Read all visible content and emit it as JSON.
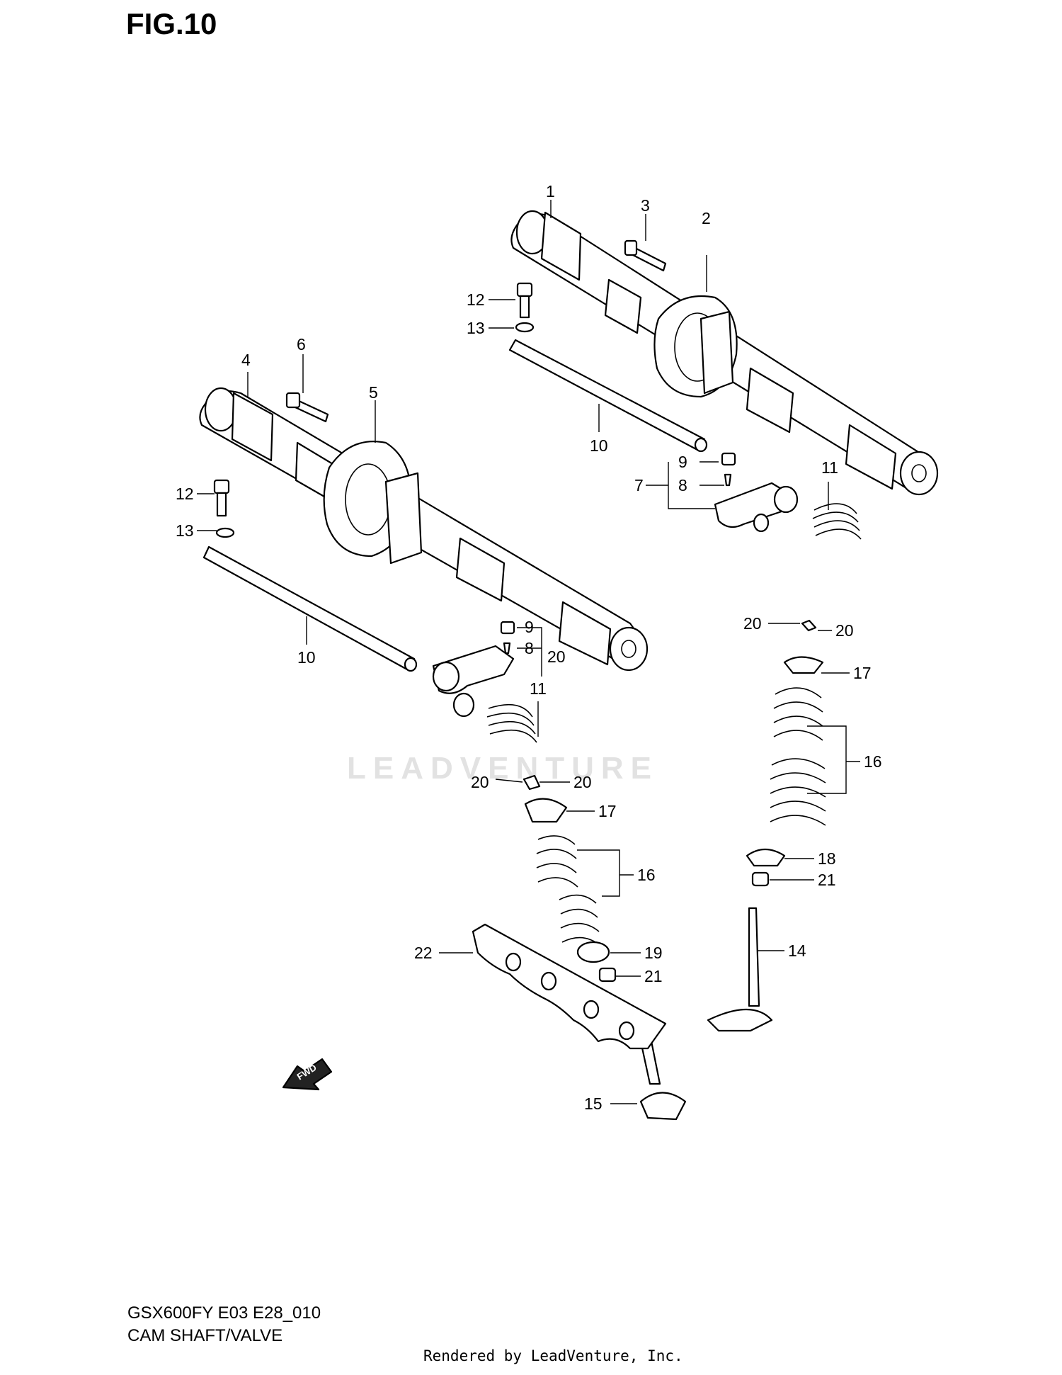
{
  "figure": {
    "title": "FIG.10",
    "model_code": "GSX600FY E03 E28_010",
    "section_name": "CAM SHAFT/VALVE",
    "rendered_by": "Rendered by LeadVenture, Inc.",
    "watermark": "LEADVENTURE",
    "fwd_arrow": "FWD"
  },
  "callouts": {
    "c1": "1",
    "c2": "2",
    "c3": "3",
    "c4": "4",
    "c5": "5",
    "c6": "6",
    "c7": "7",
    "c8a": "8",
    "c8b": "8",
    "c9a": "9",
    "c9b": "9",
    "c10a": "10",
    "c10b": "10",
    "c11a": "11",
    "c11b": "11",
    "c12a": "12",
    "c12b": "12",
    "c13a": "13",
    "c13b": "13",
    "c14": "14",
    "c15": "15",
    "c16a": "16",
    "c16b": "16",
    "c17a": "17",
    "c17b": "17",
    "c18": "18",
    "c19": "19",
    "c20a": "20",
    "c20b": "20",
    "c20c": "20",
    "c20d": "20",
    "c20e": "20",
    "c21a": "21",
    "c21b": "21",
    "c22": "22"
  }
}
